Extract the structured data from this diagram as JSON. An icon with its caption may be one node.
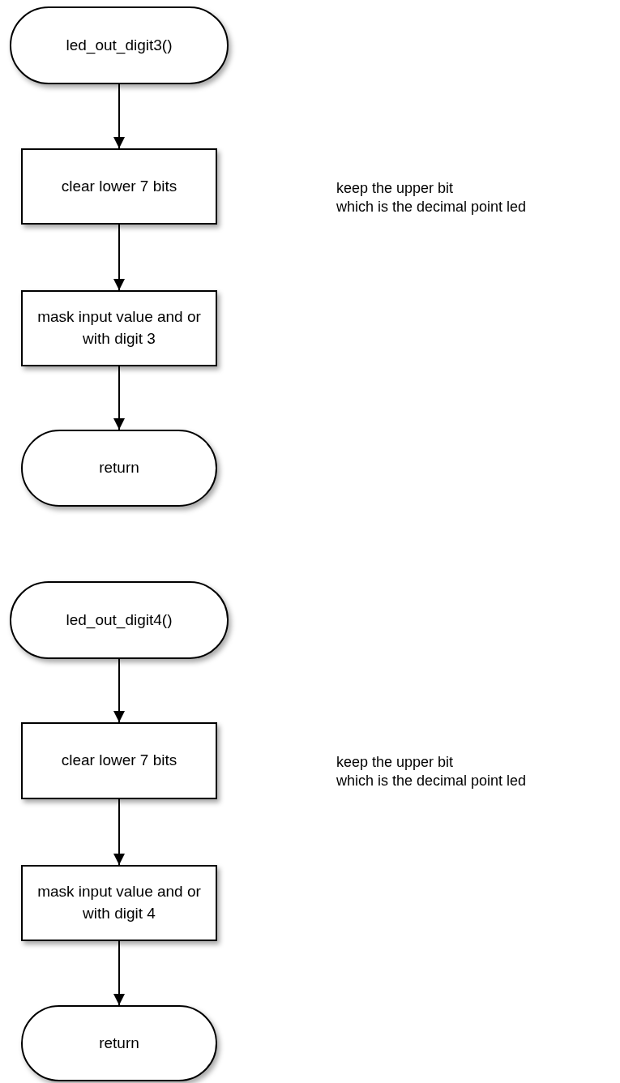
{
  "diagram": {
    "nodes": [
      {
        "text": [
          "led_out_digit3()"
        ]
      },
      {
        "text": [
          "clear lower 7 bits"
        ],
        "beside": [
          "keep the upper bit",
          "which is the decimal point led"
        ]
      },
      {
        "text": [
          "mask input value and or with digit 3"
        ]
      },
      {
        "text": [
          "return"
        ]
      },
      {
        "text": [
          "led_out_digit4()"
        ]
      },
      {
        "text": [
          "clear lower 7 bits"
        ],
        "beside": [
          "keep the upper bit",
          "which is the decimal point led"
        ]
      },
      {
        "text": [
          "mask input value and or with digit 4"
        ]
      },
      {
        "text": [
          "return"
        ]
      }
    ],
    "edges": [
      {
        "from": 0,
        "to": 1,
        "arrow": "to"
      },
      {
        "from": 1,
        "to": 2,
        "arrow": "to"
      },
      {
        "from": 2,
        "to": 3,
        "arrow": "to"
      },
      {
        "from": 4,
        "to": 5,
        "arrow": "to"
      },
      {
        "from": 5,
        "to": 6,
        "arrow": "to"
      },
      {
        "from": 6,
        "to": 7,
        "arrow": "to"
      }
    ]
  }
}
